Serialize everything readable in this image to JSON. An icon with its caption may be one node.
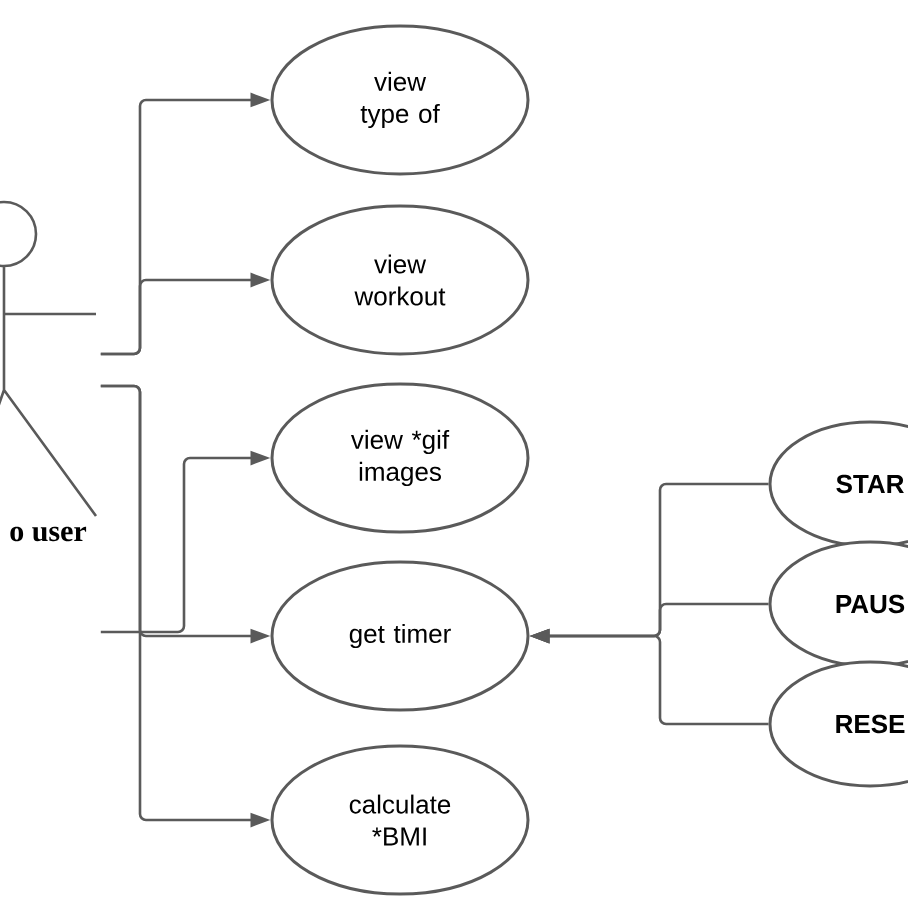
{
  "diagram": {
    "nodes": [
      {
        "text": [
          "o user"
        ]
      },
      {
        "text": [
          "view type of"
        ]
      },
      {
        "text": [
          "view workout"
        ]
      },
      {
        "text": [
          "view *gif images"
        ]
      },
      {
        "text": [
          "get timer"
        ]
      },
      {
        "text": [
          "calculate *BMI"
        ]
      },
      {
        "text": [
          "STAR"
        ]
      },
      {
        "text": [
          "PAUS"
        ]
      },
      {
        "text": [
          "RESE"
        ]
      }
    ],
    "edges": [
      {
        "from": 0,
        "to": 1,
        "arrow": "to"
      },
      {
        "from": 0,
        "to": 2,
        "arrow": "to"
      },
      {
        "from": 0,
        "to": 3,
        "arrow": "to"
      },
      {
        "from": 0,
        "to": 4,
        "arrow": "to"
      },
      {
        "from": 0,
        "to": 5,
        "arrow": "to"
      },
      {
        "from": 6,
        "to": 4,
        "arrow": "to"
      },
      {
        "from": 7,
        "to": 4,
        "arrow": "to"
      },
      {
        "from": 8,
        "to": 4,
        "arrow": "to"
      }
    ]
  }
}
